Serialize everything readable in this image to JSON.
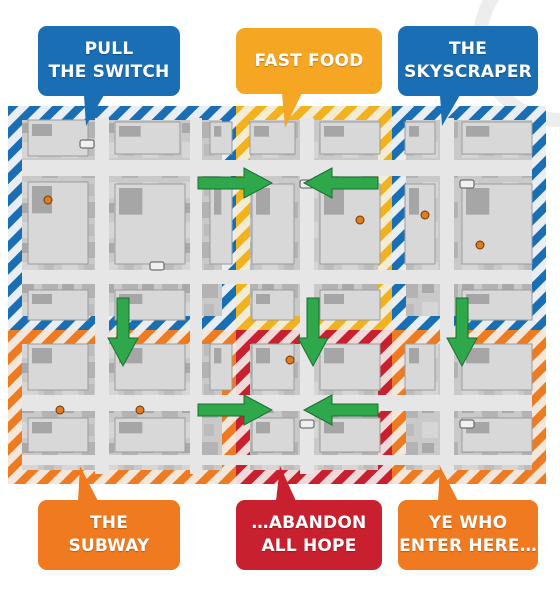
{
  "colors": {
    "blue": "#1a6fb4",
    "yellow": "#f5a623",
    "orange": "#f07a1f",
    "red": "#c8202e",
    "arrow": "#2ea84a",
    "stripe_light": "#e8eef4",
    "board_base": "#bdbdbd"
  },
  "callouts": [
    {
      "id": "pull-the-switch",
      "text": "PULL\nTHE SWITCH",
      "color": "blue"
    },
    {
      "id": "fast-food",
      "text": "FAST FOOD",
      "color": "yellow"
    },
    {
      "id": "the-skyscraper",
      "text": "THE\nSKYSCRAPER",
      "color": "blue"
    },
    {
      "id": "the-subway",
      "text": "THE\nSUBWAY",
      "color": "orange"
    },
    {
      "id": "abandon-all-hope",
      "text": "…ABANDON\nALL HOPE",
      "color": "red"
    },
    {
      "id": "ye-who-enter-here",
      "text": "YE WHO\nENTER HERE…",
      "color": "orange"
    }
  ],
  "zones": [
    {
      "id": "pull-the-switch",
      "color": "blue"
    },
    {
      "id": "fast-food",
      "color": "yellow"
    },
    {
      "id": "the-skyscraper",
      "color": "blue"
    },
    {
      "id": "the-subway",
      "color": "orange"
    },
    {
      "id": "abandon-all-hope",
      "color": "red"
    },
    {
      "id": "ye-who-enter-here",
      "color": "orange"
    }
  ],
  "arrows": [
    {
      "id": "switch-to-food",
      "direction": "right"
    },
    {
      "id": "skyscraper-to-food",
      "direction": "left"
    },
    {
      "id": "switch-to-subway",
      "direction": "down"
    },
    {
      "id": "food-to-hope",
      "direction": "down"
    },
    {
      "id": "skyscraper-to-enter",
      "direction": "down"
    },
    {
      "id": "subway-to-hope",
      "direction": "right"
    },
    {
      "id": "enter-to-hope",
      "direction": "left"
    }
  ]
}
